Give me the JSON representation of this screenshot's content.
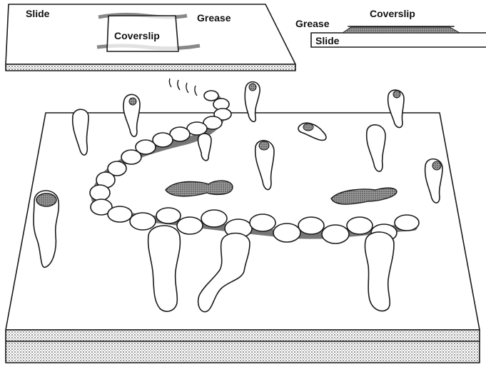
{
  "top_view": {
    "slide_label": "Slide",
    "grease_label": "Grease",
    "coverslip_label": "Coverslip"
  },
  "side_view": {
    "grease_label": "Grease",
    "coverslip_label": "Coverslip",
    "slide_label": "Slide"
  }
}
